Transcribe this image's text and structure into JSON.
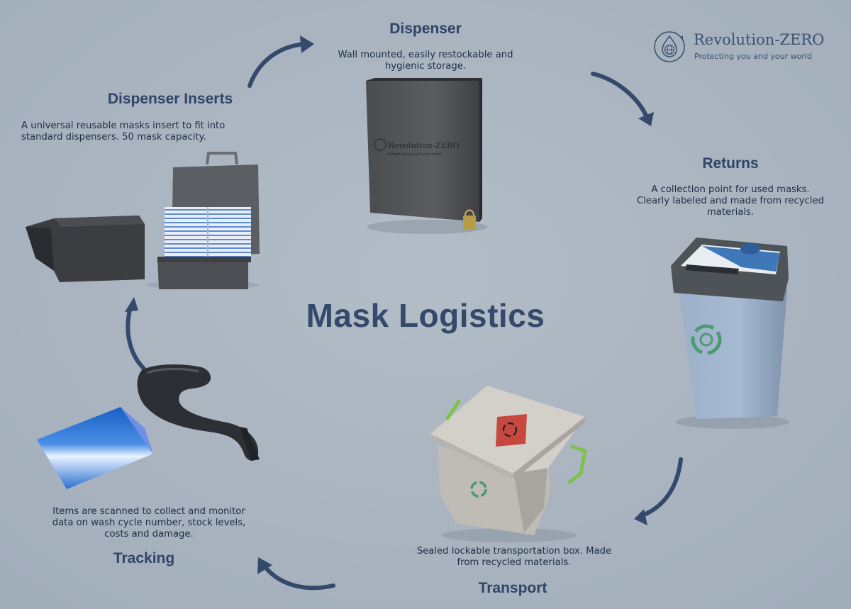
{
  "title": "Mask Logistics",
  "logo": {
    "name": "Revolution-ZERO",
    "tagline": "Protecting you and your world"
  },
  "stages": {
    "dispenser": {
      "heading": "Dispenser",
      "desc": [
        "Wall mounted, easily restockable and",
        "hygienic storage."
      ]
    },
    "returns": {
      "heading": "Returns",
      "desc": [
        "A collection point for used masks.",
        "Clearly labeled and made from recycled",
        "materials."
      ]
    },
    "transport": {
      "heading": "Transport",
      "desc": [
        "Sealed lockable transportation box. Made",
        "from recycled materials."
      ]
    },
    "tracking": {
      "heading": "Tracking",
      "desc": [
        "Items are scanned to collect and monitor",
        "data on wash cycle number, stock levels,",
        "costs and damage."
      ]
    },
    "inserts": {
      "heading": "Dispenser Inserts",
      "desc": [
        "A universal reusable masks insert to fit into",
        "standard dispensers. 50 mask capacity."
      ]
    }
  },
  "product_labels": {
    "dispenser_brand": "Revolution-ZERO",
    "dispenser_tagline": "Protecting you and your world"
  },
  "colors": {
    "background": "#a9b4bf",
    "accent": "#34496b",
    "arrow": "#34496b"
  },
  "icons": [
    "globe-drop-icon",
    "recycle-icon",
    "curved-arrow-icon"
  ]
}
